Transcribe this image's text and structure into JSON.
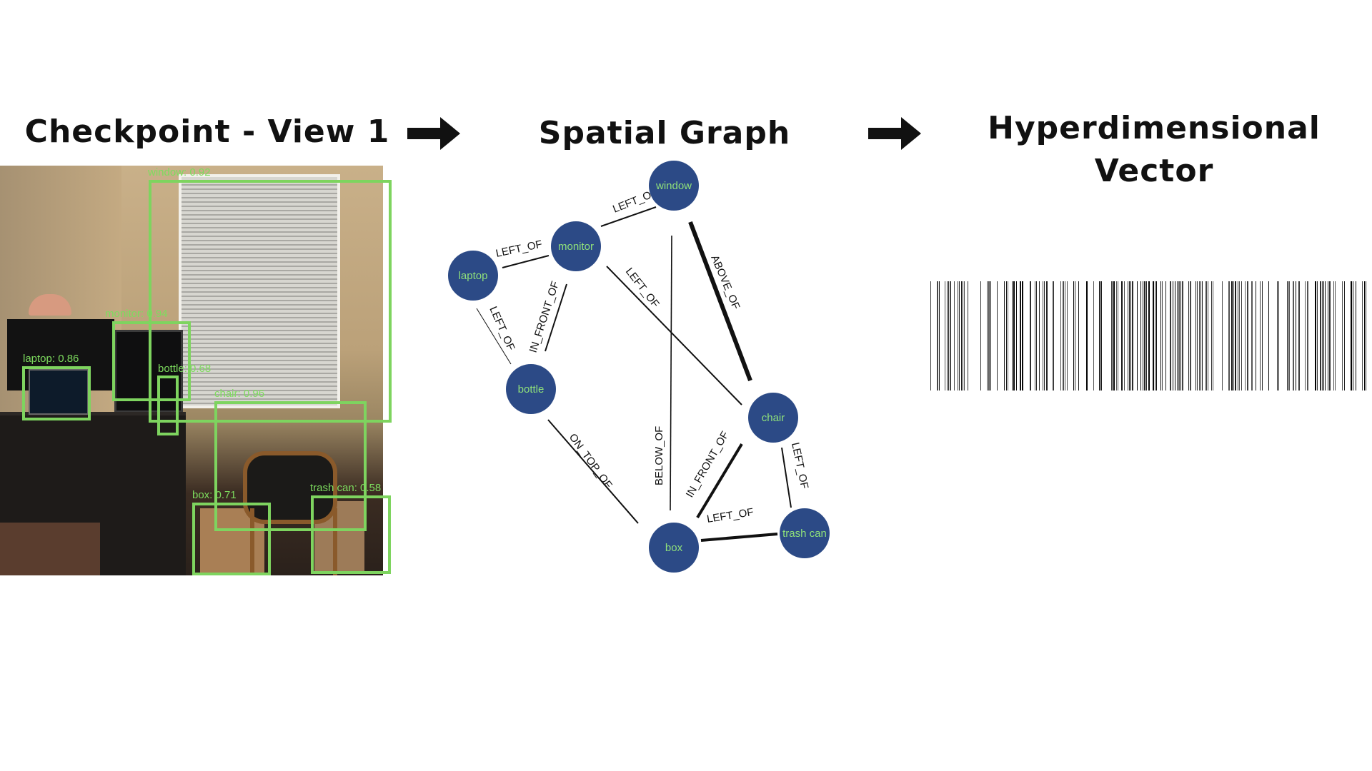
{
  "headings": {
    "checkpoint": "Checkpoint - View 1",
    "graph": "Spatial Graph",
    "hdv_line1": "Hyperdimensional",
    "hdv_line2": "Vector"
  },
  "colors": {
    "box_green": "#7ed45f",
    "node_fill": "#2c4a86",
    "node_text": "#8fe07a",
    "edge": "#111111"
  },
  "detections": [
    {
      "label": "window: 0.92"
    },
    {
      "label": "monitor: 0.94"
    },
    {
      "label": "laptop: 0.86"
    },
    {
      "label": "bottle: 0.68"
    },
    {
      "label": "chair: 0.96"
    },
    {
      "label": "box: 0.71"
    },
    {
      "label": "trash can: 0.58"
    }
  ],
  "graph": {
    "nodes": [
      {
        "id": "window",
        "label": "window"
      },
      {
        "id": "monitor",
        "label": "monitor"
      },
      {
        "id": "laptop",
        "label": "laptop"
      },
      {
        "id": "bottle",
        "label": "bottle"
      },
      {
        "id": "chair",
        "label": "chair"
      },
      {
        "id": "box",
        "label": "box"
      },
      {
        "id": "trash_can",
        "label": "trash can"
      }
    ],
    "edges": [
      {
        "from": "monitor",
        "to": "window",
        "label": "LEFT_OF",
        "weight": 1
      },
      {
        "from": "laptop",
        "to": "monitor",
        "label": "LEFT_OF",
        "weight": 1
      },
      {
        "from": "monitor",
        "to": "bottle",
        "label": "IN_FRONT_OF",
        "weight": 1
      },
      {
        "from": "laptop",
        "to": "bottle",
        "label": "LEFT_OF",
        "weight": 0.5
      },
      {
        "from": "monitor",
        "to": "chair",
        "label": "LEFT_OF",
        "weight": 1
      },
      {
        "from": "window",
        "to": "chair",
        "label": "ABOVE_OF",
        "weight": 3
      },
      {
        "from": "window",
        "to": "box",
        "label": "BELOW_OF",
        "weight": 0.8
      },
      {
        "from": "bottle",
        "to": "box",
        "label": "ON_TOP_OF",
        "weight": 1
      },
      {
        "from": "chair",
        "to": "box",
        "label": "IN_FRONT_OF",
        "weight": 2
      },
      {
        "from": "chair",
        "to": "trash_can",
        "label": "LEFT_OF",
        "weight": 1
      },
      {
        "from": "box",
        "to": "trash_can",
        "label": "LEFT_OF",
        "weight": 2
      }
    ]
  }
}
